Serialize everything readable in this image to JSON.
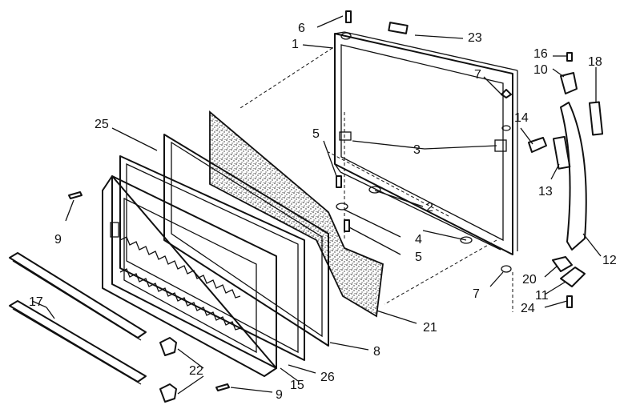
{
  "callouts": [
    "1",
    "2",
    "3",
    "4",
    "5",
    "5",
    "6",
    "7",
    "7",
    "8",
    "9",
    "9",
    "10",
    "11",
    "12",
    "13",
    "14",
    "15",
    "16",
    "17",
    "18",
    "20",
    "21",
    "22",
    "23",
    "24",
    "25",
    "26"
  ]
}
